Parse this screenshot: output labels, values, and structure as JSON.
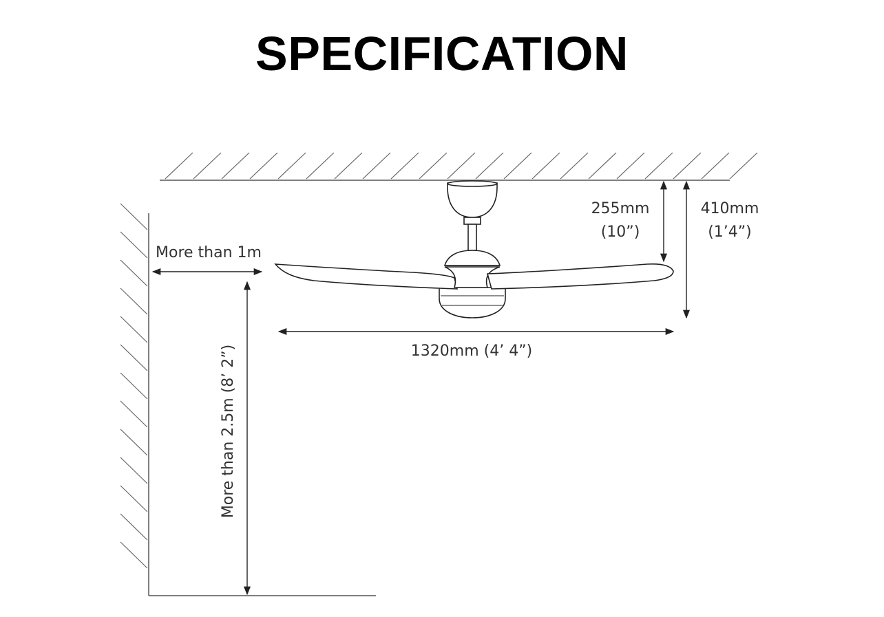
{
  "title": "SPECIFICATION",
  "labels": {
    "wall_clearance": "More than 1m",
    "floor_clearance": "More than 2.5m (8’ 2”)",
    "blade_span": "1320mm (4’ 4”)",
    "drop_to_blade_mm": "255mm",
    "drop_to_blade_in": "(10”)",
    "overall_drop_mm": "410mm",
    "overall_drop_in": "(1’4”)"
  }
}
